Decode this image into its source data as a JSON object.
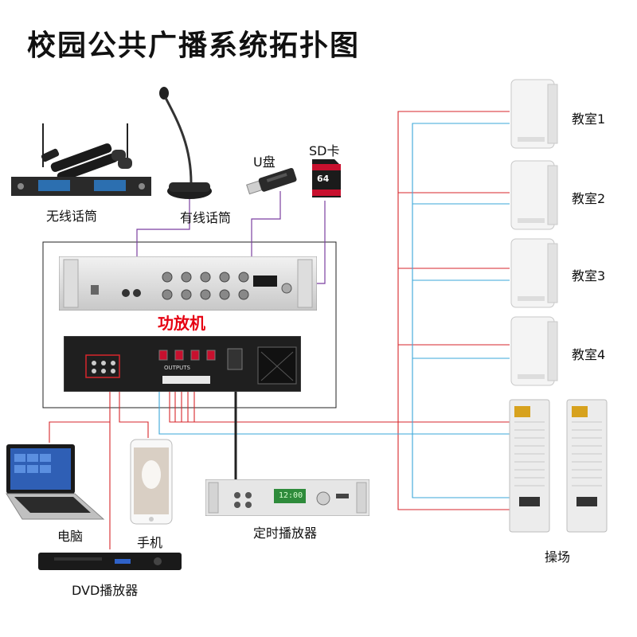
{
  "title": "校园公共广播系统拓扑图",
  "labels": {
    "wireless_mic": "无线话筒",
    "wired_mic": "有线话筒",
    "usb": "U盘",
    "sd": "SD卡",
    "amplifier": "功放机",
    "laptop": "电脑",
    "phone": "手机",
    "dvd": "DVD播放器",
    "timer": "定时播放器",
    "playground": "操场",
    "classrooms": [
      "教室1",
      "教室2",
      "教室3",
      "教室4"
    ]
  },
  "device_text": {
    "sd_capacity": "64",
    "amp_output_label": "OUTPUTS",
    "timer_display": "12:00"
  },
  "colors": {
    "red_wire": "#d7262b",
    "blue_wire": "#3aa7d9",
    "purple_wire": "#7b3fa0",
    "black_wire": "#222222",
    "amp_label": "#e60012"
  }
}
